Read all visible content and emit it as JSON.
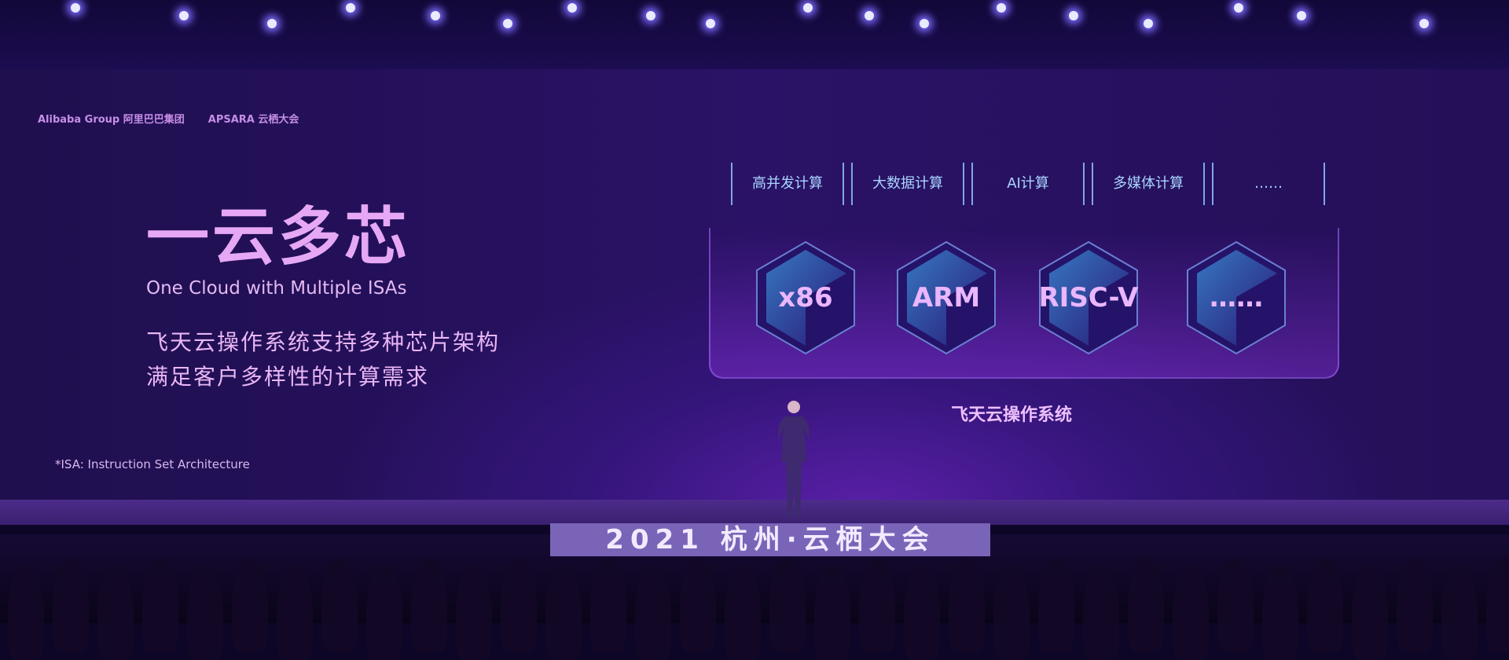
{
  "logos": {
    "alibaba": "Alibaba Group 阿里巴巴集团",
    "apsara": "APSARA 云栖大会"
  },
  "slide": {
    "title": "一云多芯",
    "subtitle": "One Cloud with Multiple ISAs",
    "body": [
      "飞天云操作系统支持多种芯片架构",
      "满足客户多样性的计算需求"
    ],
    "footnote": "*ISA: Instruction Set Architecture",
    "workloads": [
      "高并发计算",
      "大数据计算",
      "AI计算",
      "多媒体计算",
      "……"
    ],
    "architectures": [
      "x86",
      "ARM",
      "RISC-V",
      "……"
    ],
    "os_label": "飞天云操作系统"
  },
  "stage_banner": "2021 杭州·云栖大会",
  "colors": {
    "accent": "#e6a8f5",
    "tag_text": "#a9d4ff",
    "background": "#2a1266"
  }
}
